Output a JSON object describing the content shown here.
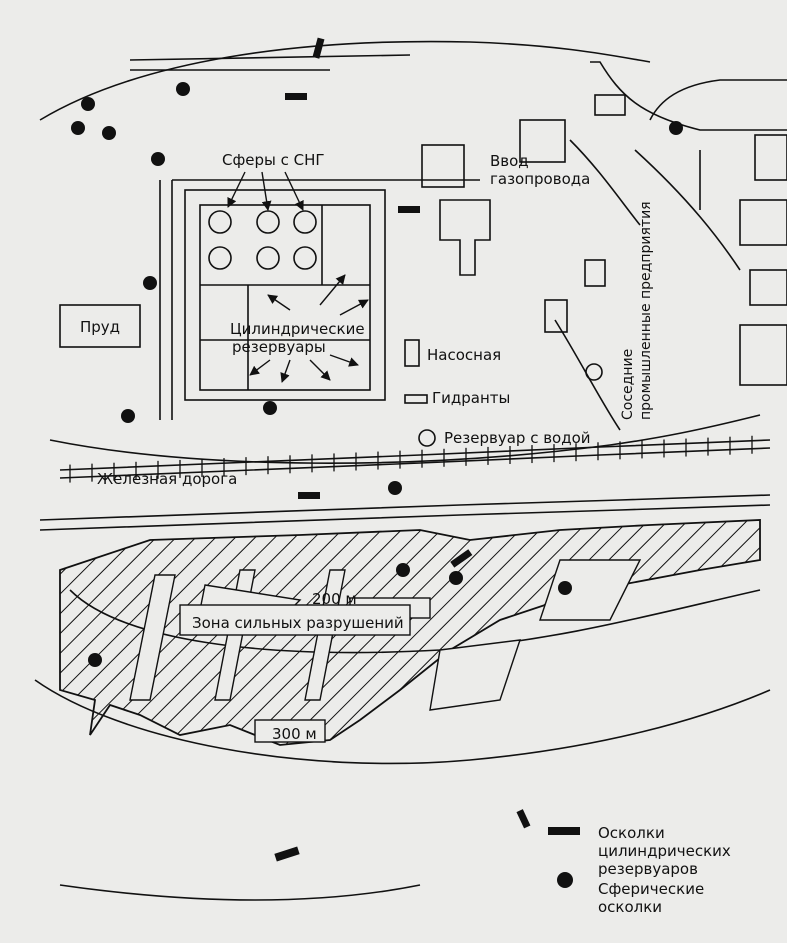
{
  "labels": {
    "spheres_lng": "Сферы с СНГ",
    "gas_pipeline_1": "Ввод",
    "gas_pipeline_2": "газопровода",
    "pond": "Пруд",
    "cyl_tanks_1": "Цилиндрические",
    "cyl_tanks_2": "резервуары",
    "pump_house": "Насосная",
    "hydrants": "Гидранты",
    "water_tank": "Резервуар с водой",
    "railway": "Железная дорога",
    "neighbors_1": "Соседние",
    "neighbors_2": "промышленные предприятия",
    "heavy_damage_zone": "Зона сильных разрушений",
    "radius_200": "200 м",
    "radius_300": "300 м"
  },
  "legend": {
    "cyl_fragments_1": "Осколки",
    "cyl_fragments_2": "цилиндрических",
    "cyl_fragments_3": "резервуаров",
    "sph_fragments_1": "Сферические",
    "sph_fragments_2": "осколки"
  },
  "colors": {
    "ink": "#111111",
    "paper": "#ececea"
  }
}
